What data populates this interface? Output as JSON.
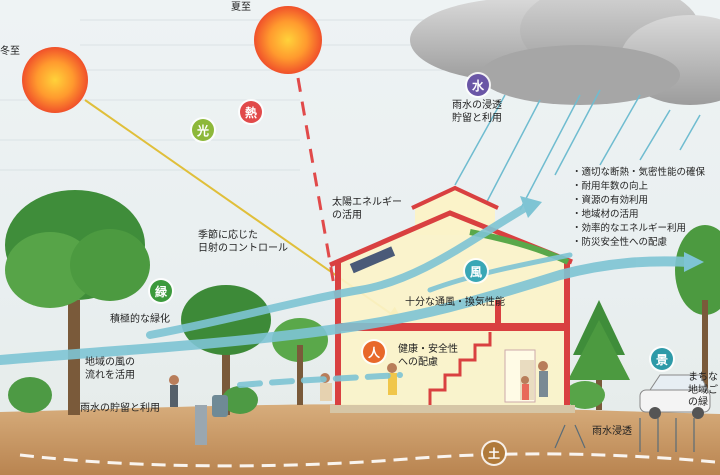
{
  "labels": {
    "winter_solstice": "冬至",
    "summer_solstice": "夏至",
    "solar_energy": "太陽エネルギー\nの活用",
    "seasonal_sun": "季節に応じた\n日射のコントロール",
    "active_greening": "積極的な緑化",
    "local_wind": "地域の風の\n流れを活用",
    "rain_storage": "雨水の貯留と利用",
    "rain_infiltration_storage": "雨水の浸透\n貯留と利用",
    "ventilation": "十分な通風・換気性能",
    "health_safety": "健康・安全性\nへの配慮",
    "rain_infiltration": "雨水浸透",
    "town_partial": "まちな\n地域ご\nの緑"
  },
  "list_items": [
    "・適切な断熱・気密性能の確保",
    "・耐用年数の向上",
    "・資源の有効利用",
    "・地域材の活用",
    "・効率的なエネルギー利用",
    "・防災安全性への配慮"
  ],
  "badges": {
    "light": "光",
    "heat": "熱",
    "water": "水",
    "wind": "風",
    "human": "人",
    "green": "緑",
    "landscape": "景",
    "soil": "土"
  },
  "colors": {
    "light": "#8db83a",
    "heat": "#e14a4a",
    "water": "#6a56a6",
    "wind": "#39a7b6",
    "human": "#e8682a",
    "green": "#3c9a3c",
    "landscape": "#2e9aa8",
    "soil": "#b07a3a",
    "house_frame": "#d94040",
    "wind_arrow": "#7ec4d4",
    "ground": "#c99a66"
  }
}
